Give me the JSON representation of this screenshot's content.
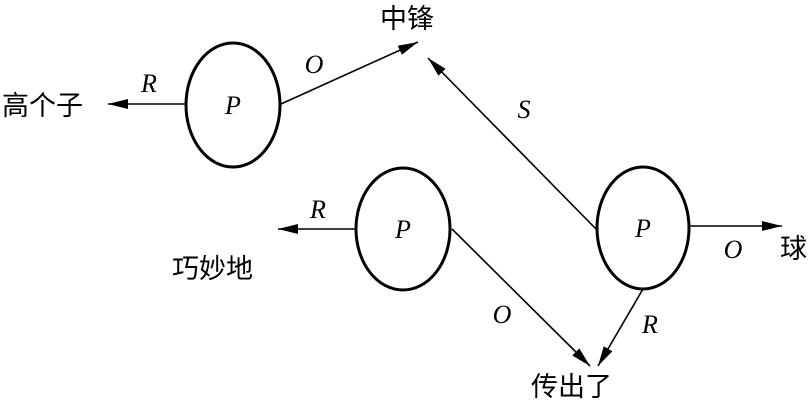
{
  "colors": {
    "ink": "#000000",
    "background": "#ffffff"
  },
  "nodes": [
    {
      "id": "p1",
      "label": "P"
    },
    {
      "id": "p2",
      "label": "P"
    },
    {
      "id": "p3",
      "label": "P"
    }
  ],
  "words": {
    "gaogezi": "高个子",
    "zhongfeng": "中锋",
    "qiaomiaodi": "巧妙地",
    "qiu": "球",
    "chuanchule": "传出了"
  },
  "edges": [
    {
      "id": "p1-r",
      "label": "R"
    },
    {
      "id": "p1-o",
      "label": "O"
    },
    {
      "id": "p2-r",
      "label": "R"
    },
    {
      "id": "p2-o",
      "label": "O"
    },
    {
      "id": "p3-s",
      "label": "S"
    },
    {
      "id": "p3-o",
      "label": "O"
    },
    {
      "id": "p3-r",
      "label": "R"
    }
  ]
}
